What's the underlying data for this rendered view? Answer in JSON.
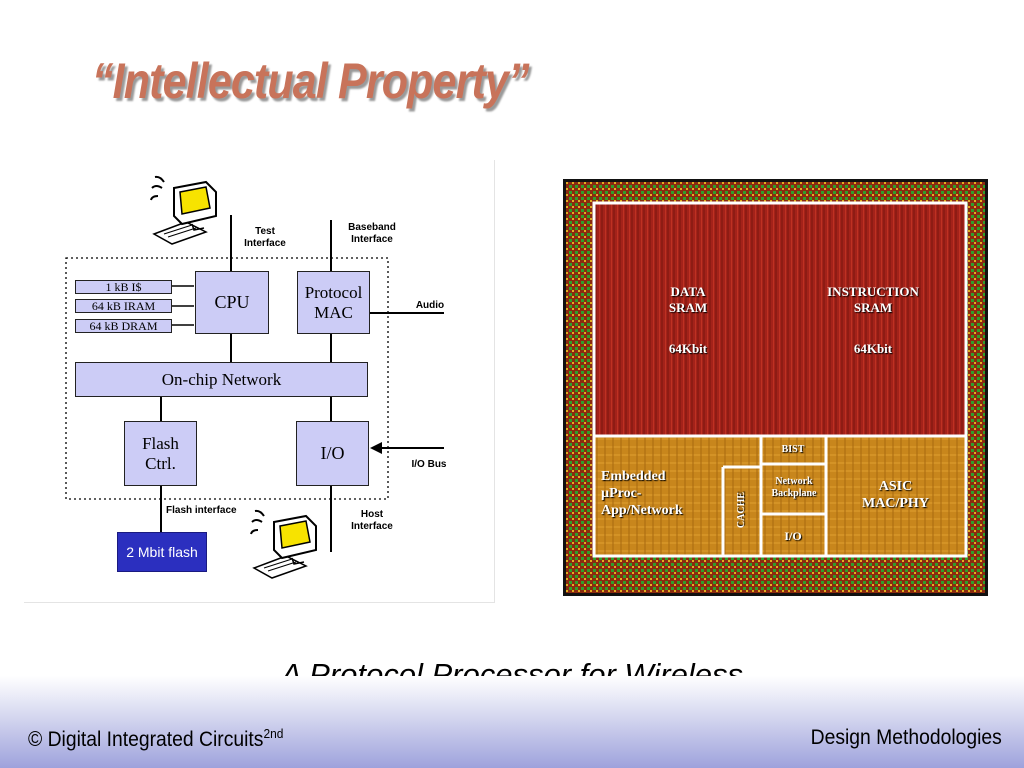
{
  "slide": {
    "title": "“Intellectual Property”",
    "caption": "A Protocol Processor for Wireless",
    "footer_left_main": "© Digital Integrated Circuits",
    "footer_left_sup": "2nd",
    "footer_right": "Design Methodologies"
  },
  "block_diagram": {
    "labels": {
      "test_interface": [
        "Test",
        "Interface"
      ],
      "baseband_interface": [
        "Baseband",
        "Interface"
      ],
      "audio": "Audio",
      "io_bus": "I/O Bus",
      "flash_interface": "Flash interface",
      "host_interface": [
        "Host",
        "Interface"
      ]
    },
    "memories": [
      "1 kB I$",
      "64 kB IRAM",
      "64 kB DRAM"
    ],
    "blocks": {
      "cpu": "CPU",
      "protocol_mac": [
        "Protocol",
        "MAC"
      ],
      "network": "On-chip Network",
      "flash_ctrl": [
        "Flash",
        "Ctrl."
      ],
      "io": "I/O",
      "flash_mem": "2 Mbit flash"
    }
  },
  "die_photo": {
    "data_sram": [
      "DATA",
      "SRAM"
    ],
    "data_sram_size": "64Kbit",
    "instr_sram": [
      "INSTRUCTION",
      "SRAM"
    ],
    "instr_sram_size": "64Kbit",
    "embedded": [
      "Embedded",
      "µProc-",
      "App/Network"
    ],
    "cache": "CACHE",
    "bist": "BIST",
    "network_backplane": [
      "Network",
      "Backplane"
    ],
    "io": "I/O",
    "asic": [
      "ASIC",
      "MAC/PHY"
    ]
  },
  "colors": {
    "title": "#c8735a",
    "block_fill": "#ccccf6",
    "flash_fill": "#2b2fbf",
    "die_red": "#a3221a",
    "die_orange": "#c8861c",
    "footer_band": "#9ea2dc"
  }
}
